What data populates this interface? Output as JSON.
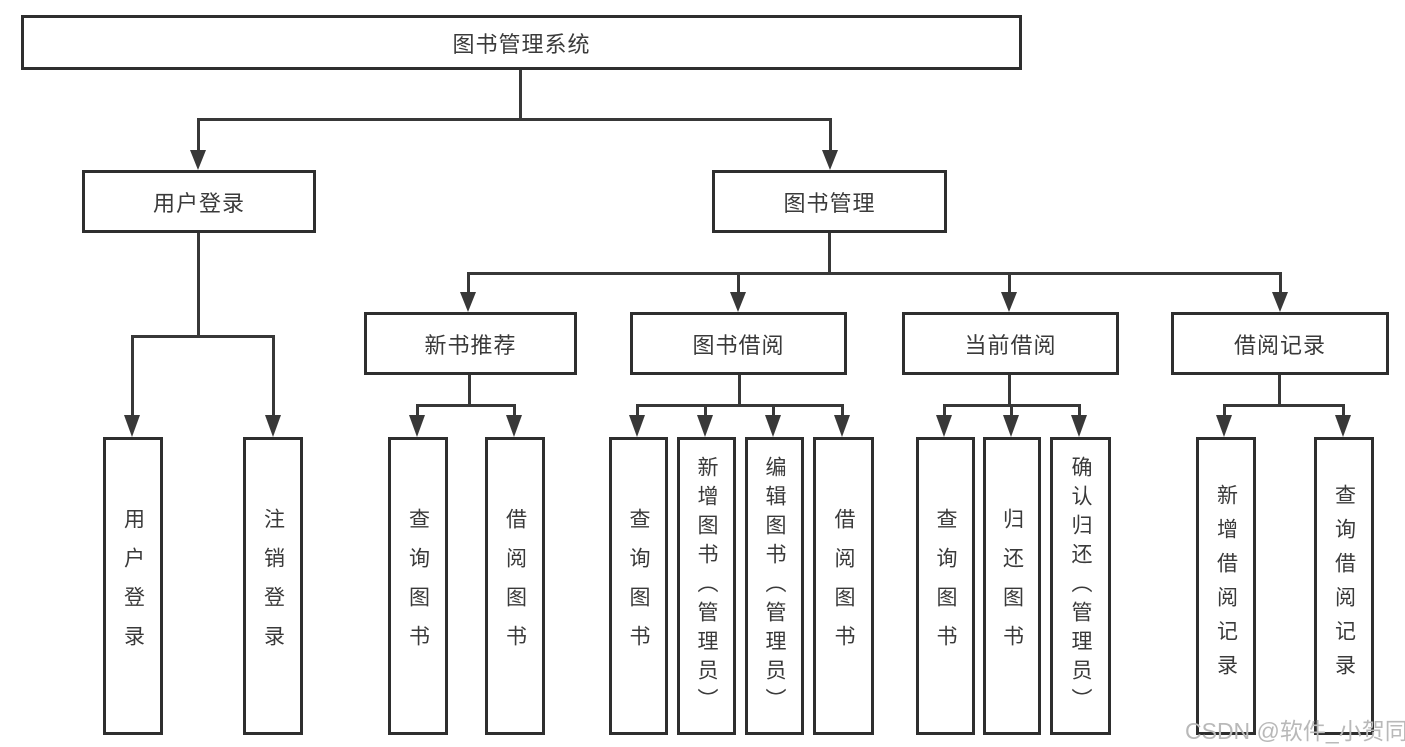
{
  "diagram": {
    "type": "hierarchy-tree",
    "title": "图书管理系统",
    "colors": {
      "line": "#383838",
      "box_border": "#2e2e2e",
      "text": "#3a3a3a",
      "watermark": "#b9b9b9",
      "background": "#ffffff"
    }
  },
  "watermark": {
    "text": "CSDN @软件_小贺同学"
  },
  "tree": {
    "label": "图书管理系统",
    "children": [
      {
        "label": "用户登录",
        "children": [
          {
            "label": "用户登录"
          },
          {
            "label": "注销登录"
          }
        ]
      },
      {
        "label": "图书管理",
        "children": [
          {
            "label": "新书推荐",
            "children": [
              {
                "label": "查询图书"
              },
              {
                "label": "借阅图书"
              }
            ]
          },
          {
            "label": "图书借阅",
            "children": [
              {
                "label": "查询图书"
              },
              {
                "label": "新增图书（管理员）"
              },
              {
                "label": "编辑图书（管理员）"
              },
              {
                "label": "借阅图书"
              }
            ]
          },
          {
            "label": "当前借阅",
            "children": [
              {
                "label": "查询图书"
              },
              {
                "label": "归还图书"
              },
              {
                "label": "确认归还（管理员）"
              }
            ]
          },
          {
            "label": "借阅记录",
            "children": [
              {
                "label": "新增借阅记录"
              },
              {
                "label": "查询借阅记录"
              }
            ]
          }
        ]
      }
    ]
  }
}
